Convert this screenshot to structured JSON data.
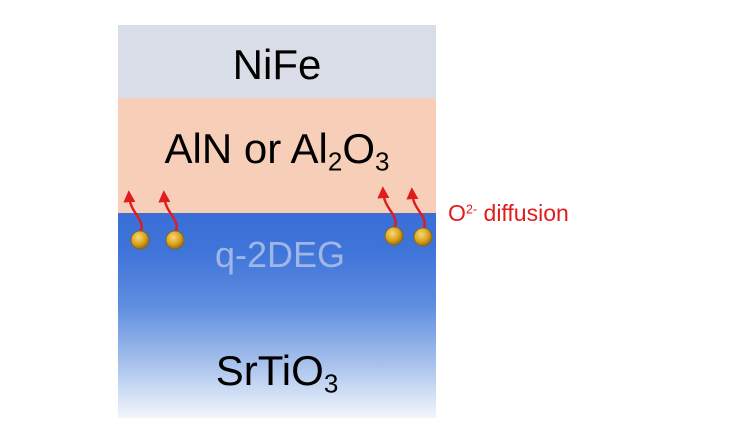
{
  "layers": {
    "nife": "NiFe",
    "oxide_prefix": "AlN or Al",
    "oxide_sub1": "2",
    "oxide_mid": "O",
    "oxide_sub2": "3",
    "sto_prefix": "SrTiO",
    "sto_sub": "3"
  },
  "interface_label": "q-2DEG",
  "diffusion_label": {
    "base": "O",
    "sup": "2-",
    "suffix": " diffusion"
  },
  "colors": {
    "nife": "#d8dde7",
    "oxide": "#f7cfb8",
    "substrate": "#3a6fd8",
    "ion": "#d9a520",
    "arrow": "#e01c1c",
    "diffusion_text": "#e01c1c"
  },
  "vacancy_count": 4
}
